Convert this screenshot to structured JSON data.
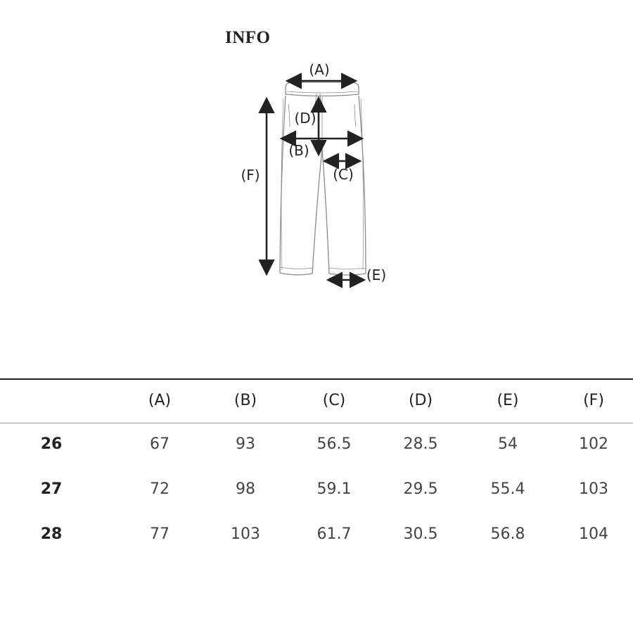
{
  "title": "INFO",
  "diagram": {
    "labels": {
      "a": "(A)",
      "b": "(B)",
      "c": "(C)",
      "d": "(D)",
      "e": "(E)",
      "f": "(F)"
    }
  },
  "table": {
    "headers": [
      "",
      "(A)",
      "(B)",
      "(C)",
      "(D)",
      "(E)",
      "(F)"
    ],
    "rows": [
      [
        "26",
        "67",
        "93",
        "56.5",
        "28.5",
        "54",
        "102"
      ],
      [
        "27",
        "72",
        "98",
        "59.1",
        "29.5",
        "55.4",
        "103"
      ],
      [
        "28",
        "77",
        "103",
        "61.7",
        "30.5",
        "56.8",
        "104"
      ]
    ]
  },
  "colors": {
    "ink": "#222222",
    "garment_line": "#888888",
    "divider": "#9a9a9a"
  },
  "icons": [
    "pants-diagram-icon"
  ]
}
